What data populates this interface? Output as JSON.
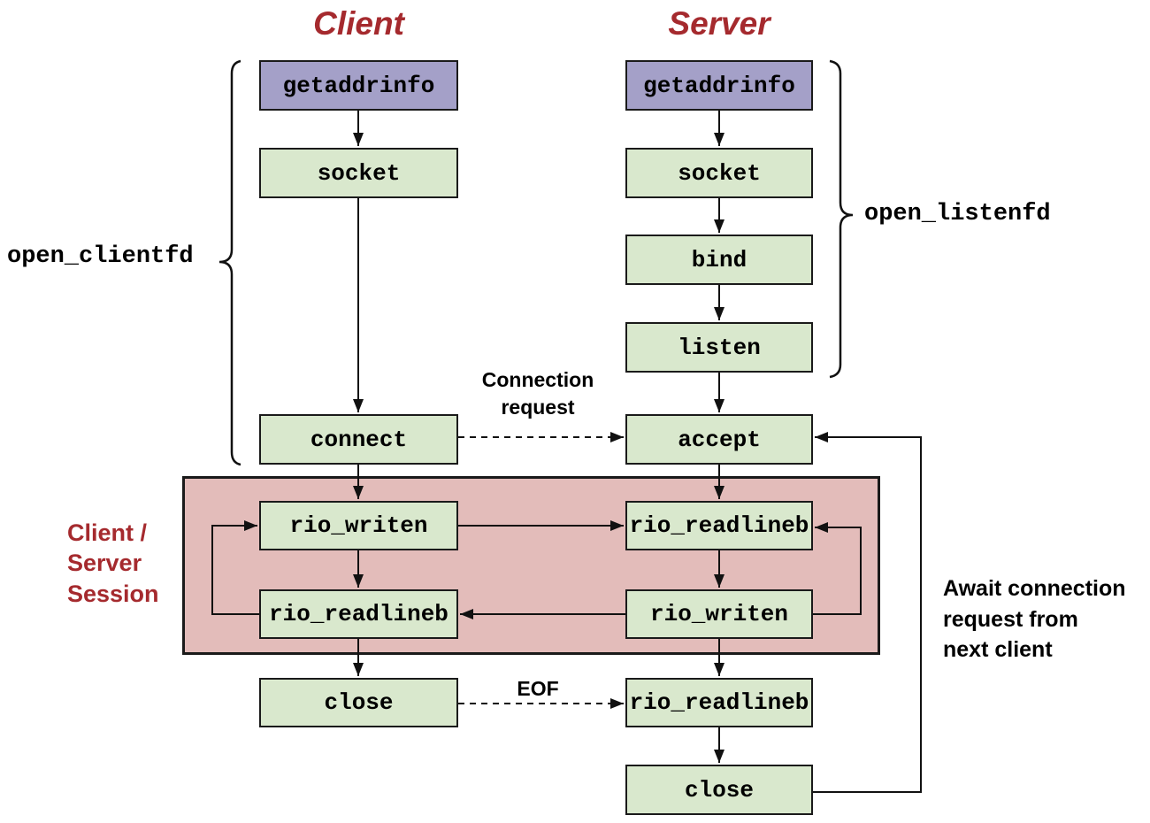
{
  "titles": {
    "client": "Client",
    "server": "Server"
  },
  "client": {
    "boxes": [
      {
        "name": "getaddrinfo",
        "label": "getaddrinfo"
      },
      {
        "name": "socket",
        "label": "socket"
      },
      {
        "name": "connect",
        "label": "connect"
      },
      {
        "name": "rio_writen",
        "label": "rio_writen"
      },
      {
        "name": "rio_readlineb",
        "label": "rio_readlineb"
      },
      {
        "name": "close",
        "label": "close"
      }
    ]
  },
  "server": {
    "boxes": [
      {
        "name": "getaddrinfo",
        "label": "getaddrinfo"
      },
      {
        "name": "socket",
        "label": "socket"
      },
      {
        "name": "bind",
        "label": "bind"
      },
      {
        "name": "listen",
        "label": "listen"
      },
      {
        "name": "accept",
        "label": "accept"
      },
      {
        "name": "rio_readlineb_1",
        "label": "rio_readlineb"
      },
      {
        "name": "rio_writen",
        "label": "rio_writen"
      },
      {
        "name": "rio_readlineb_2",
        "label": "rio_readlineb"
      },
      {
        "name": "close",
        "label": "close"
      }
    ]
  },
  "annotations": {
    "open_clientfd": "open_clientfd",
    "open_listenfd": "open_listenfd",
    "connection_request": [
      "Connection",
      "request"
    ],
    "eof": "EOF",
    "session_label": [
      "Client /",
      "Server",
      "Session"
    ],
    "await_label": [
      "Await connection",
      "request from",
      "next client"
    ]
  },
  "colors": {
    "box_purple": "#a4a0c8",
    "box_green": "#d9e8cd",
    "session_bg": "#e3bcba",
    "heading_red": "#a52a2e",
    "line": "#111111"
  }
}
